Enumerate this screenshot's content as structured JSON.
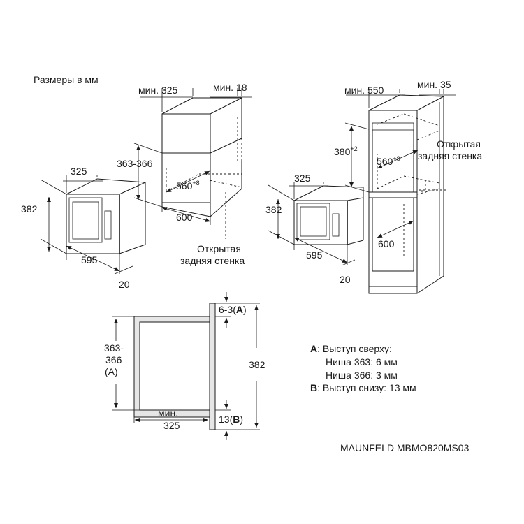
{
  "title": "Размеры в мм",
  "model": "MAUNFELD MBMO820MS03",
  "variant1": {
    "min_depth": "мин. 325",
    "min_gap": "мин. 18",
    "niche_height": "363-366",
    "niche_width_base": "560",
    "niche_width_sup": "+8",
    "cabinet_width": "600",
    "open_back_1": "Открытая",
    "open_back_2": "задняя стенка",
    "appliance_depth": "325",
    "appliance_height": "382",
    "appliance_width": "595",
    "frame": "20"
  },
  "variant2": {
    "min_depth": "мин. 550",
    "min_gap": "мин. 35",
    "niche_height_base": "380",
    "niche_height_sup": "+2",
    "niche_width_base": "560",
    "niche_width_sup": "+8",
    "cabinet_width": "600",
    "open_back_1": "Открытая",
    "open_back_2": "задняя стенка",
    "appliance_depth": "325",
    "appliance_height": "382",
    "appliance_width": "595",
    "frame": "20"
  },
  "side": {
    "niche_1": "363-",
    "niche_2": "366",
    "niche_3": "(A)",
    "depth_1": "мин.",
    "depth_2": "325",
    "top_prefix": "6-3(",
    "top_letter": "A",
    "top_suffix": ")",
    "bottom_prefix": "13(",
    "bottom_letter": "B",
    "bottom_suffix": ")",
    "total_height": "382"
  },
  "notes": {
    "a_letter": "A",
    "a_text": ": Выступ сверху:",
    "a_line1": "Ниша 363: 6 мм",
    "a_line2": "Ниша 366: 3 мм",
    "b_letter": "B",
    "b_text": ": Выступ снизу: 13 мм"
  }
}
